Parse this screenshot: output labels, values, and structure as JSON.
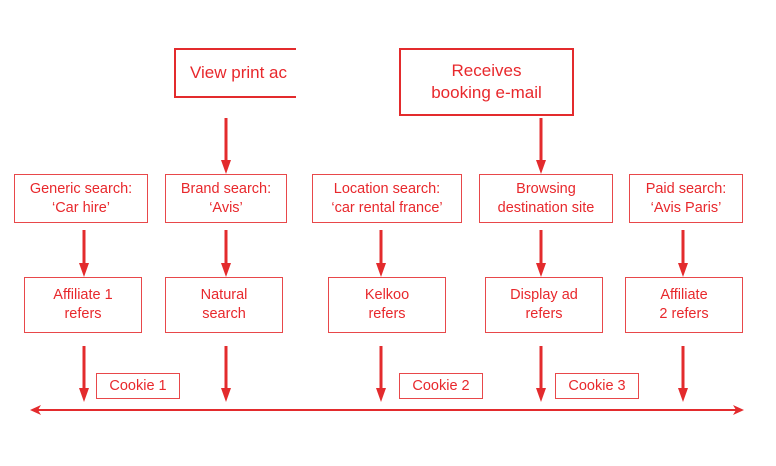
{
  "diagram": {
    "title": "Customer journey to conversion with cookie assignment",
    "accent_color": "#e32b2d",
    "top_row": [
      {
        "id": "print",
        "lines": [
          "View print ad"
        ],
        "visible_text": "View print ac"
      },
      {
        "id": "email",
        "lines": [
          "Receives",
          "booking e-mail"
        ]
      }
    ],
    "trigger_row": [
      {
        "id": "generic",
        "lines": [
          "Generic search:",
          "‘Car hire’"
        ]
      },
      {
        "id": "brand",
        "lines": [
          "Brand search:",
          "‘Avis’"
        ]
      },
      {
        "id": "location",
        "lines": [
          "Location search:",
          "‘car rental france’"
        ]
      },
      {
        "id": "browsing",
        "lines": [
          "Browsing",
          "destination site"
        ]
      },
      {
        "id": "paid",
        "lines": [
          "Paid search:",
          "‘Avis Paris’"
        ]
      }
    ],
    "referrer_row": [
      {
        "id": "affiliate1",
        "lines": [
          "Affiliate 1",
          "refers"
        ]
      },
      {
        "id": "natural",
        "lines": [
          "Natural",
          "search"
        ]
      },
      {
        "id": "kelkoo",
        "lines": [
          "Kelkoo",
          "refers"
        ]
      },
      {
        "id": "displayad",
        "lines": [
          "Display ad",
          "refers"
        ]
      },
      {
        "id": "affiliate2",
        "lines": [
          "Affiliate",
          "2 refers"
        ]
      }
    ],
    "cookies": [
      {
        "label": "Cookie 1"
      },
      {
        "label": "Cookie 2"
      },
      {
        "label": "Cookie 3"
      }
    ],
    "timeline": {
      "direction": "bidirectional"
    },
    "edges": [
      {
        "from": "print",
        "to": "brand"
      },
      {
        "from": "email",
        "to": "browsing"
      },
      {
        "from": "generic",
        "to": "affiliate1"
      },
      {
        "from": "brand",
        "to": "natural"
      },
      {
        "from": "location",
        "to": "kelkoo"
      },
      {
        "from": "browsing",
        "to": "displayad"
      },
      {
        "from": "paid",
        "to": "affiliate2"
      },
      {
        "from": "affiliate1",
        "to": "timeline"
      },
      {
        "from": "natural",
        "to": "timeline"
      },
      {
        "from": "kelkoo",
        "to": "timeline"
      },
      {
        "from": "displayad",
        "to": "timeline"
      },
      {
        "from": "affiliate2",
        "to": "timeline"
      }
    ]
  }
}
